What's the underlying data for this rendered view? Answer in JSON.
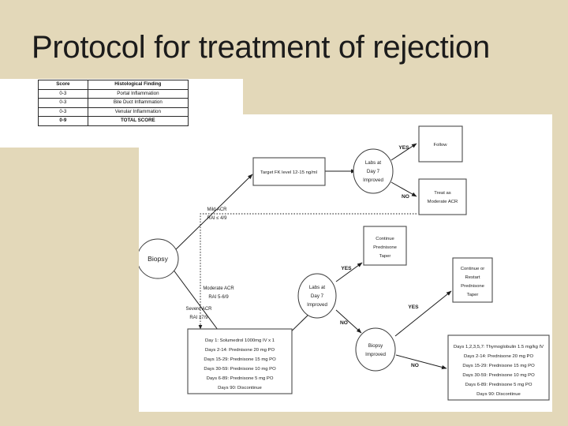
{
  "slide": {
    "title": "Protocol for treatment of rejection",
    "background_color": "#e3d8b9",
    "panel_color": "#ffffff"
  },
  "score_table": {
    "headers": [
      "Score",
      "Histological Finding"
    ],
    "rows": [
      [
        "0-3",
        "Portal Inflammation"
      ],
      [
        "0-3",
        "Bile Duct Inflammation"
      ],
      [
        "0-3",
        "Venular Inflammation"
      ],
      [
        "0-9",
        "TOTAL SCORE"
      ]
    ]
  },
  "flowchart": {
    "nodes": {
      "biopsy": "Biopsy",
      "target_fk": "Target FK level 12-15 ng/ml",
      "labs_day7_top": [
        "Labs at",
        "Day 7",
        "Improved"
      ],
      "follow": "Follow",
      "treat_moderate": [
        "Treat as",
        "Moderate ACR"
      ],
      "labs_day7_mid": [
        "Labs at",
        "Day 7",
        "Improved"
      ],
      "continue_taper": [
        "Continue",
        "Prednisone",
        "Taper"
      ],
      "biopsy_improved": [
        "Biopsy",
        "Improved"
      ],
      "continue_restart_taper": [
        "Continue or",
        "Restart",
        "Prednisone",
        "Taper"
      ],
      "steroid_protocol": [
        "Day 1:  Solumedrol 1000mg IV x 1",
        "Days 2-14:  Prednisone 20 mg PO",
        "Days 15-29:  Prednisone 15 mg PO",
        "Days 30-59:  Prednisone 10 mg PO",
        "Days 6-89:  Prednisone 5 mg PO",
        "Days 90:  Discontinue"
      ],
      "thymo_protocol": [
        "Days 1,2,3,5,7:  Thymoglobulin 1.5 mg/kg IV",
        "Days 2-14:  Prednisone 20 mg PO",
        "Days 15-29:  Prednisone 15 mg PO",
        "Days 30-59:  Prednisone 10 mg PO",
        "Days 6-89:  Prednisone 5 mg PO",
        "Days 90:  Discontinue"
      ]
    },
    "edge_labels": {
      "mild_acr_1": "Mild ACR",
      "mild_acr_2": "RAI ≤ 4/9",
      "moderate_acr_1": "Moderate ACR",
      "moderate_acr_2": "RAI 5-6/9",
      "severe_acr_1": "Severe ACR",
      "severe_acr_2": "RAI ≥7/9",
      "yes_top": "YES",
      "no_top": "NO",
      "yes_mid": "YES",
      "no_mid": "NO",
      "yes_right": "YES",
      "no_right": "NO"
    }
  }
}
